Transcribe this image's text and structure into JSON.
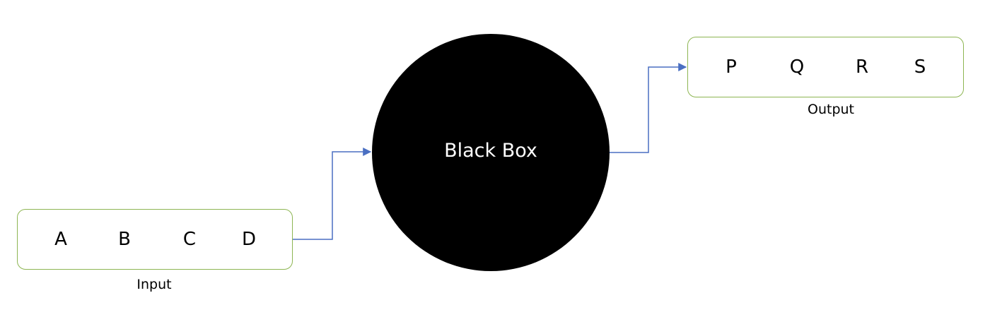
{
  "diagram": {
    "input": {
      "items": [
        "A",
        "B",
        "C",
        "D"
      ],
      "caption": "Input"
    },
    "black_box": {
      "label": "Black Box",
      "fill": "#000000"
    },
    "output": {
      "items": [
        "P",
        "Q",
        "R",
        "S"
      ],
      "caption": "Output"
    },
    "colors": {
      "box_border": "#8db552",
      "connector": "#4a6fc2",
      "label_text": "#000000",
      "circle_text": "#ffffff"
    }
  }
}
